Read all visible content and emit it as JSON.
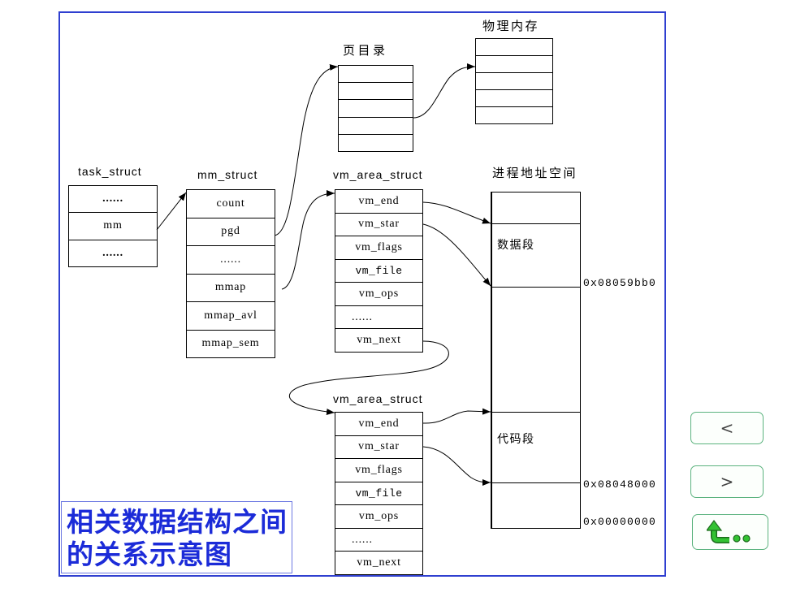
{
  "title": {
    "line1": "相关数据结构之间",
    "line2": "的关系示意图"
  },
  "task_struct": {
    "label": "task_struct",
    "rows": [
      "......",
      "mm",
      "......"
    ]
  },
  "mm_struct": {
    "label": "mm_struct",
    "rows": [
      "count",
      "pgd",
      "......",
      "mmap",
      "mmap_avl",
      "mmap_sem"
    ]
  },
  "page_directory": {
    "label": "页目录"
  },
  "physical_memory": {
    "label": "物理内存"
  },
  "vm_area_struct_1": {
    "label": "vm_area_struct",
    "rows": [
      "vm_end",
      "vm_star",
      "vm_flags",
      "vm_file",
      "vm_ops",
      "......",
      "vm_next"
    ]
  },
  "vm_area_struct_2": {
    "label": "vm_area_struct",
    "rows": [
      "vm_end",
      "vm_star",
      "vm_flags",
      "vm_file",
      "vm_ops",
      "......",
      "vm_next"
    ]
  },
  "address_space": {
    "label": "进程地址空间",
    "segments": [
      "数据段",
      "代码段"
    ],
    "addresses": [
      "0x08059bb0",
      "0x08048000",
      "0x00000000"
    ]
  },
  "navigation": {
    "prev_label": "<",
    "next_label": ">",
    "return_icon": "return-icon"
  },
  "colors": {
    "frame": "#2f3fd0",
    "title_text": "#1b2bd8",
    "nav_border": "#5cb37f",
    "return_icon": "#33c233"
  }
}
